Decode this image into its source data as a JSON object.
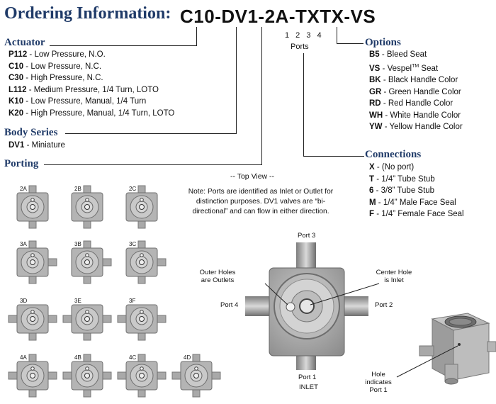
{
  "title": "Ordering Information:",
  "part_number": "C10-DV1-2A-TXTX-VS",
  "port_digits": "1 2 3 4",
  "ports_label": "Ports",
  "actuator": {
    "heading": "Actuator",
    "items": [
      {
        "code": "P112",
        "desc": " - Low Pressure, N.O."
      },
      {
        "code": "C10",
        "desc": " - Low Pressure, N.C."
      },
      {
        "code": "C30",
        "desc": " - High Pressure, N.C."
      },
      {
        "code": "L112",
        "desc": " - Medium Pressure, 1/4 Turn, LOTO"
      },
      {
        "code": "K10",
        "desc": " - Low Pressure, Manual, 1/4 Turn"
      },
      {
        "code": "K20",
        "desc": " - High Pressure, Manual, 1/4 Turn, LOTO"
      }
    ]
  },
  "body_series": {
    "heading": "Body Series",
    "items": [
      {
        "code": "DV1",
        "desc": " - Miniature"
      }
    ]
  },
  "porting": {
    "heading": "Porting"
  },
  "options": {
    "heading": "Options",
    "items": [
      {
        "code": "B5",
        "desc": " - Bleed Seat"
      },
      {
        "code": "VS",
        "desc": " - Vespel",
        "sup": "TM",
        "desc2": " Seat"
      },
      {
        "code": "BK",
        "desc": " - Black Handle Color"
      },
      {
        "code": "GR",
        "desc": " - Green Handle Color"
      },
      {
        "code": "RD",
        "desc": " - Red Handle Color"
      },
      {
        "code": "WH",
        "desc": " - White Handle Color"
      },
      {
        "code": "YW",
        "desc": " - Yellow Handle Color"
      }
    ]
  },
  "connections": {
    "heading": "Connections",
    "items": [
      {
        "code": "X",
        "desc": " - (No port)"
      },
      {
        "code": "T",
        "desc": " - 1/4” Tube Stub"
      },
      {
        "code": "6",
        "desc": " - 3/8” Tube Stub"
      },
      {
        "code": "M",
        "desc": " - 1/4” Male Face Seal"
      },
      {
        "code": "F",
        "desc": " - 1/4” Female Face Seal"
      }
    ]
  },
  "top_view": "-- Top View --",
  "note": "Note: Ports are identified as Inlet or Outlet for distinction purposes. DV1 valves are “bi-directional” and can flow in either direction.",
  "diagram": {
    "port3": "Port 3",
    "port4": "Port 4",
    "port2": "Port 2",
    "port1": "Port 1",
    "inlet": "INLET",
    "outer_holes": "Outer Holes are Outlets",
    "center_hole": "Center Hole is Inlet",
    "hole_indicates": "Hole indicates Port 1"
  },
  "configs": [
    "2A",
    "2B",
    "2C",
    "3A",
    "3B",
    "3C",
    "3D",
    "3E",
    "3F",
    "4A",
    "4B",
    "4C",
    "4D"
  ]
}
